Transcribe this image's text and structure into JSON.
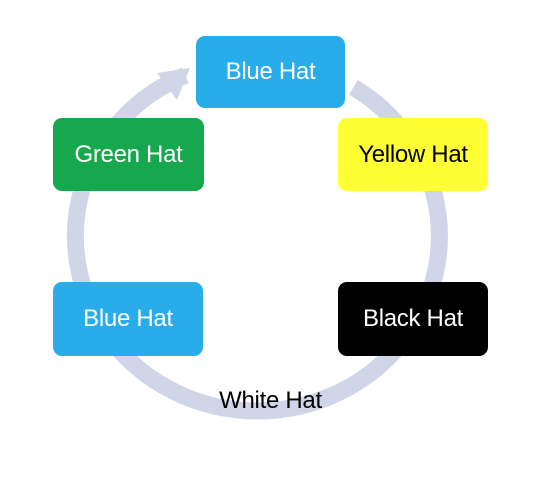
{
  "hats": {
    "blue_top": {
      "label": "Blue Hat",
      "fill": "#29adea",
      "text_color": "#ffffff"
    },
    "yellow": {
      "label": "Yellow Hat",
      "fill": "#ffff33",
      "text_color": "#000000"
    },
    "black": {
      "label": "Black Hat",
      "fill": "#000000",
      "text_color": "#ffffff"
    },
    "white": {
      "label": "White Hat",
      "fill": "#ffffff",
      "text_color": "#000000"
    },
    "blue_left": {
      "label": "Blue Hat",
      "fill": "#29adea",
      "text_color": "#ffffff"
    },
    "green": {
      "label": "Green Hat",
      "fill": "#17a84f",
      "text_color": "#ffffff"
    }
  },
  "ring": {
    "color": "#d0d6e8"
  }
}
